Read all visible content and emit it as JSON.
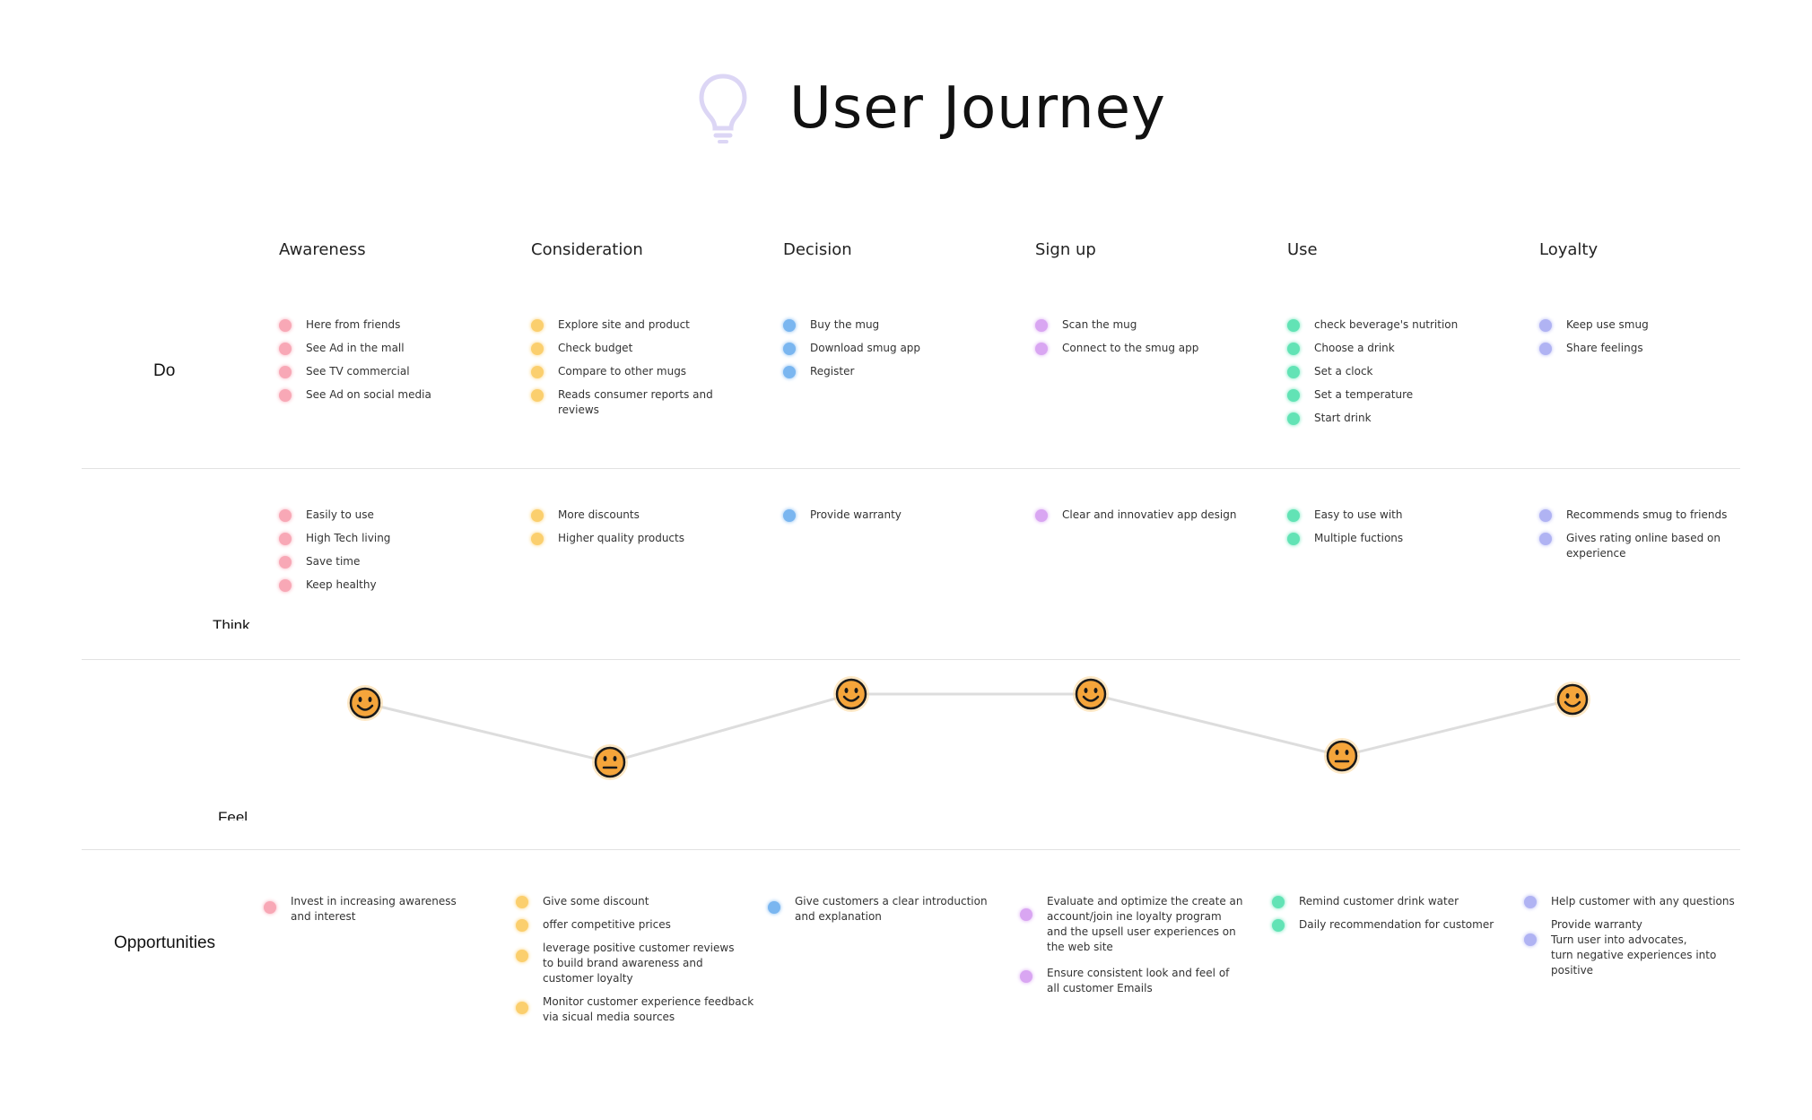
{
  "title": "User Journey",
  "icons": {
    "title_icon": "lightbulb-icon",
    "feeling_icon": "smiley-face-icon"
  },
  "colors": {
    "pink": "#f8a8b6",
    "orange": "#fbcf6e",
    "blue": "#7ab6f0",
    "purple": "#d9a6f2",
    "green": "#62e3b5",
    "indigo": "#b0b3f3",
    "face_fill": "#f5a53b",
    "line": "#dddddd"
  },
  "stages": [
    "Awareness",
    "Consideration",
    "Decision",
    "Sign up",
    "Use",
    "Loyalty"
  ],
  "rows": {
    "do": "Do",
    "think": "Think",
    "feel": "Feel",
    "opportunities": "Opportunities"
  },
  "do": [
    [
      "Here from friends",
      "See Ad in the mall",
      "See TV commercial",
      "See Ad on social media"
    ],
    [
      "Explore site and product",
      "Check budget",
      "Compare to other mugs",
      "Reads consumer reports and reviews"
    ],
    [
      "Buy the mug",
      "Download smug app",
      "Register"
    ],
    [
      "Scan the mug",
      "Connect to the smug app"
    ],
    [
      "check beverage's nutrition",
      "Choose a drink",
      "Set a clock",
      "Set a temperature",
      "Start drink"
    ],
    [
      "Keep use smug",
      "Share feelings"
    ]
  ],
  "think": [
    [
      "Easily to use",
      "High Tech living",
      "Save time",
      "Keep healthy"
    ],
    [
      "More discounts",
      "Higher quality products"
    ],
    [
      "Provide warranty"
    ],
    [
      "Clear and innovatiev app design"
    ],
    [
      "Easy to use with",
      "Multiple fuctions"
    ],
    [
      "Recommends smug to friends",
      "Gives rating online based on\nexperience"
    ]
  ],
  "feel": [
    "happy",
    "neutral",
    "happy",
    "happy",
    "neutral",
    "happy"
  ],
  "opportunities": [
    [
      "Invest in increasing awareness\nand interest"
    ],
    [
      "Give some discount",
      "offer competitive prices",
      "leverage positive customer reviews\nto build brand awareness and\ncustomer loyalty",
      "Monitor customer experience feedback\nvia sicual media sources"
    ],
    [
      "Give customers a clear introduction\nand explanation"
    ],
    [
      "Evaluate and optimize the create an\naccount/join ine loyalty program\nand the upsell user experiences on\nthe web site",
      "Ensure consistent look and feel of\nall customer Emails"
    ],
    [
      "Remind customer drink water",
      "Daily recommendation for customer"
    ],
    [
      "Help customer with any questions",
      "Provide warranty\nTurn user into advocates,\nturn negative experiences into\npositive"
    ]
  ]
}
